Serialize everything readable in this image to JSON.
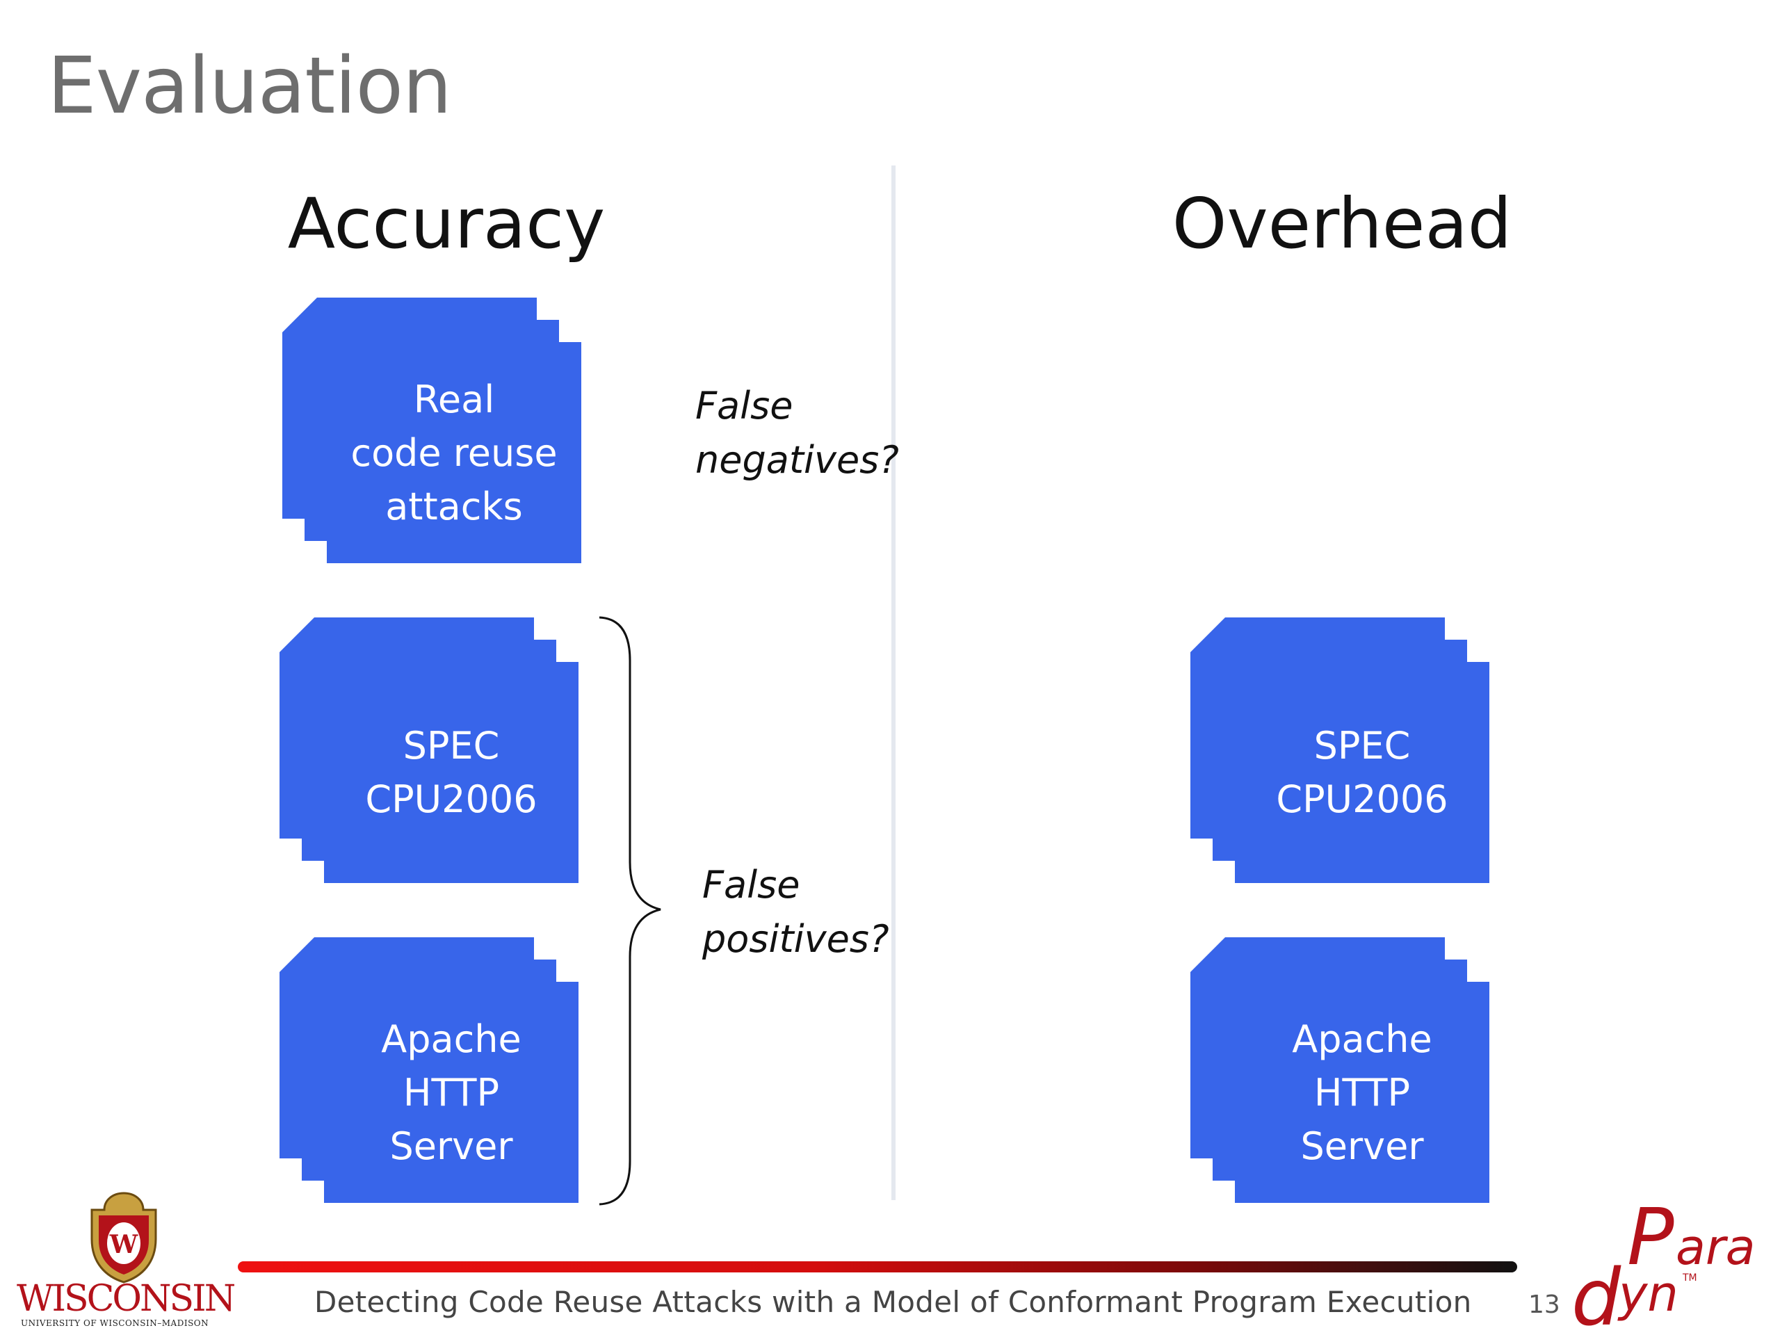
{
  "slide": {
    "title": "Evaluation",
    "page_number": "13",
    "footer_text": "Detecting Code Reuse Attacks with a Model of Conformant Program Execution"
  },
  "columns": {
    "accuracy": {
      "heading": "Accuracy",
      "stacks": [
        {
          "lines": [
            "Real",
            "code reuse",
            "attacks"
          ]
        },
        {
          "lines": [
            "SPEC",
            "CPU2006"
          ]
        },
        {
          "lines": [
            "Apache",
            "HTTP",
            "Server"
          ]
        }
      ],
      "questions": {
        "false_negatives": [
          "False",
          "negatives?"
        ],
        "false_positives": [
          "False",
          "positives?"
        ]
      }
    },
    "overhead": {
      "heading": "Overhead",
      "stacks": [
        {
          "lines": [
            "SPEC",
            "CPU2006"
          ]
        },
        {
          "lines": [
            "Apache",
            "HTTP",
            "Server"
          ]
        }
      ]
    }
  },
  "logos": {
    "uw_wordmark": "WISCONSIN",
    "uw_subtitle": "UNIVERSITY OF WISCONSIN–MADISON",
    "uw_crest_letter": "W",
    "paradyn_letters": [
      "P",
      "ara",
      "d",
      "yn"
    ],
    "paradyn_tm": "TM"
  },
  "colors": {
    "card_blue": "#3865ea",
    "title_gray": "#6e6e6e",
    "footer_red": "#ee1111",
    "brand_red": "#b3121a",
    "divider": "#e4e8ef"
  }
}
